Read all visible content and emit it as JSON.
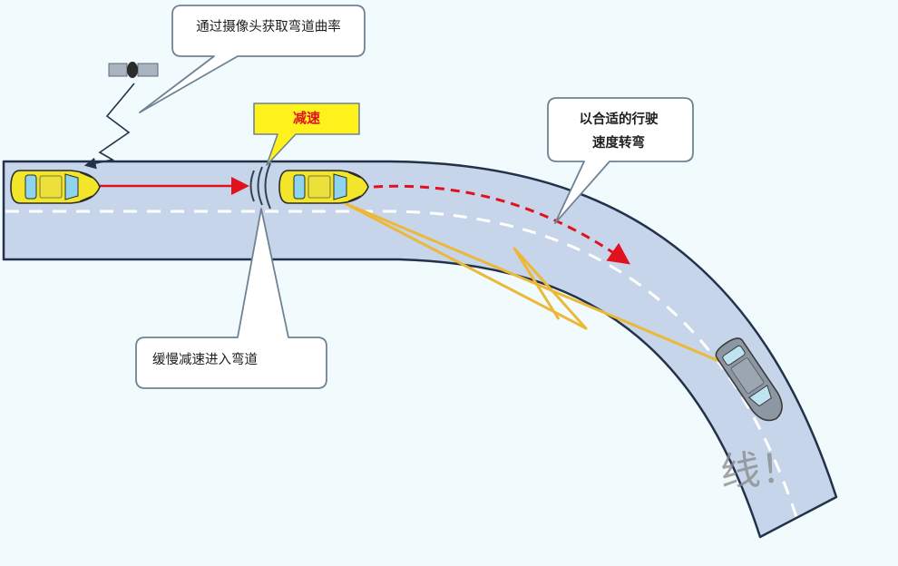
{
  "callouts": {
    "camera": "通过摄像头获取弯道曲率",
    "decelerate": "减速",
    "slow_enter": "缓慢减速进入弯道",
    "turn_line1": "以合适的行驶",
    "turn_line2": "速度转弯"
  },
  "watermark": "线！",
  "colors": {
    "background": "#f1fbfd",
    "road": "#c6d5ea",
    "road_edge": "#23324a",
    "lane_marking": "#ffffff",
    "car_body": "#f3e52a",
    "oncoming_car": "#8c97a3",
    "path_arrow": "#e0121f",
    "sensor_lines": "#ecb838",
    "decelerate_box": "#fff21c",
    "callout_border": "#6f8295"
  }
}
